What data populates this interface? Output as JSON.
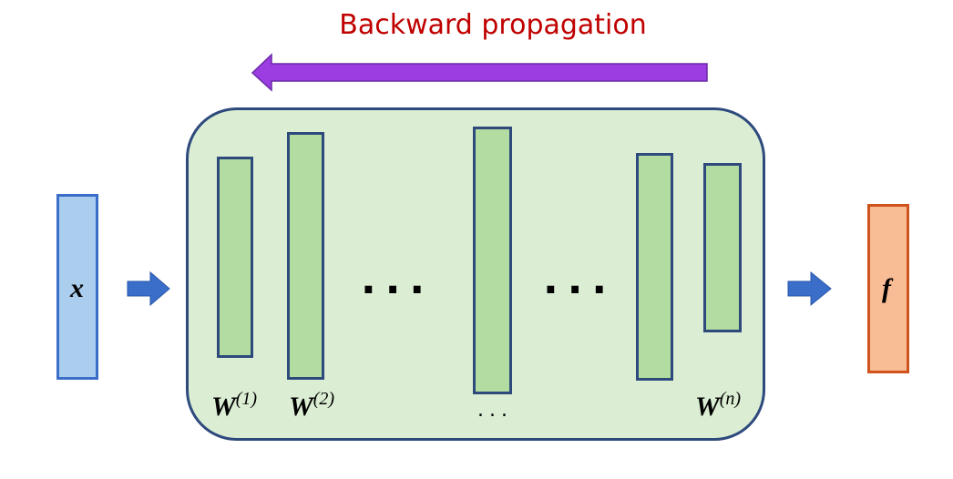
{
  "title": "Backward propagation",
  "input_label": "x",
  "output_label": "f",
  "layer_labels": [
    {
      "base": "W",
      "sup": "(1)"
    },
    {
      "base": "W",
      "sup": "(2)"
    },
    {
      "base": "W",
      "sup": "(n)"
    }
  ],
  "ellipsis_large": "...",
  "ellipsis_small": "...",
  "colors": {
    "title": "#c00000",
    "backward_arrow": "#9b3de0",
    "flow_arrow": "#3a6ec9",
    "network_fill": "#dbeed3",
    "network_border": "#2e4a7d",
    "layer_fill": "#b3dca0",
    "layer_border": "#2e4a7d",
    "input_fill": "#abcdee",
    "input_border": "#3a6ec9",
    "output_fill": "#f9bd95",
    "output_border": "#d0531b"
  }
}
